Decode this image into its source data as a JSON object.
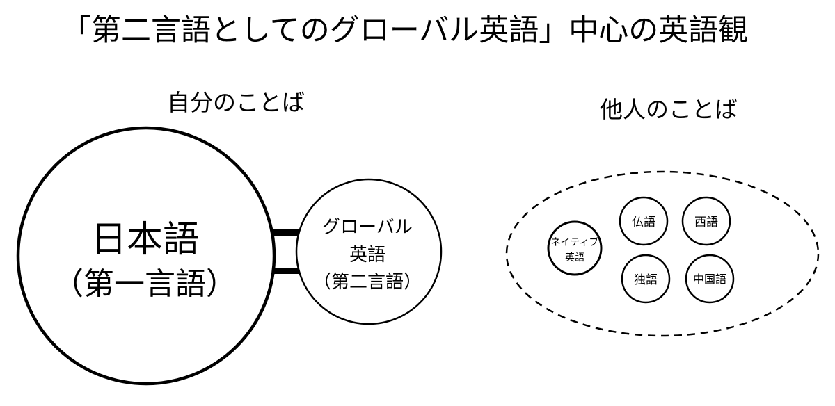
{
  "title": "「第二言語としてのグローバル英語」中心の英語観",
  "sections": {
    "own": {
      "label": "自分のことば",
      "main_circle": {
        "line1": "日本語",
        "line2": "（第一言語）"
      },
      "second_circle": {
        "line1": "グローバル",
        "line2": "英語",
        "line3": "（第二言語）"
      }
    },
    "others": {
      "label": "他人のことば",
      "languages": {
        "native_english_line1": "ネイティブ",
        "native_english_line2": "英語",
        "french": "仏語",
        "spanish": "西語",
        "german": "独語",
        "chinese": "中国語"
      }
    }
  }
}
